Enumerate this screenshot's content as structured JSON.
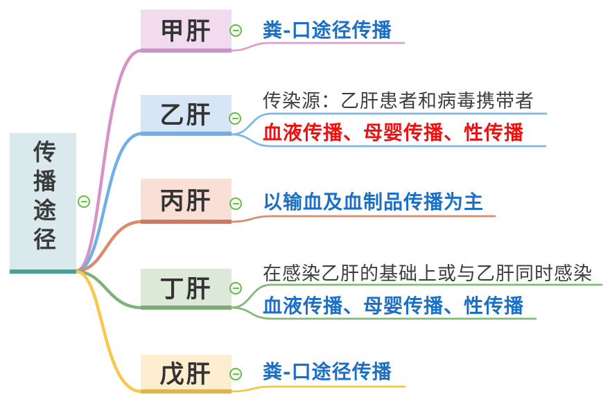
{
  "root": {
    "label": "传播途径"
  },
  "branches": [
    {
      "label": "甲肝",
      "children": [
        {
          "text": "粪-口途径传播",
          "style": "blue"
        }
      ]
    },
    {
      "label": "乙肝",
      "children": [
        {
          "text": "传染源：乙肝患者和病毒携带者",
          "style": "dark"
        },
        {
          "text": "血液传播、母婴传播、性传播",
          "style": "red"
        }
      ]
    },
    {
      "label": "丙肝",
      "children": [
        {
          "text": "以输血及血制品传播为主",
          "style": "blue"
        }
      ]
    },
    {
      "label": "丁肝",
      "children": [
        {
          "text": "在感染乙肝的基础上或与乙肝同时感染",
          "style": "dark"
        },
        {
          "text": "血液传播、母婴传播、性传播",
          "style": "blue"
        }
      ]
    },
    {
      "label": "戊肝",
      "children": [
        {
          "text": "粪-口途径传播",
          "style": "blue"
        }
      ]
    }
  ],
  "icons": {
    "collapse": "minus-circle-icon"
  },
  "colors": {
    "root_fill": "#d9e9ec",
    "root_accent": "#44a19c",
    "hepA_fill": "#f2dbef",
    "hepA_accent": "#c893c5",
    "hepA_line": "#d593c8",
    "hepB_fill": "#d6e6f7",
    "hepB_accent": "#75ade2",
    "hepB_line": "#7cb9e9",
    "hepC_fill": "#f9dfd5",
    "hepC_accent": "#c87a62",
    "hepC_line": "#d98a6f",
    "hepD_fill": "#dde9d8",
    "hepD_accent": "#7fab76",
    "hepD_line": "#85b77c",
    "hepE_fill": "#fdeecf",
    "hepE_accent": "#dfb44a",
    "hepE_line": "#f6c544",
    "text_blue": "#1b6fc5",
    "text_red": "#ee1111",
    "text_dark": "#3e3e3e",
    "collapse_green": "#67bb49"
  }
}
